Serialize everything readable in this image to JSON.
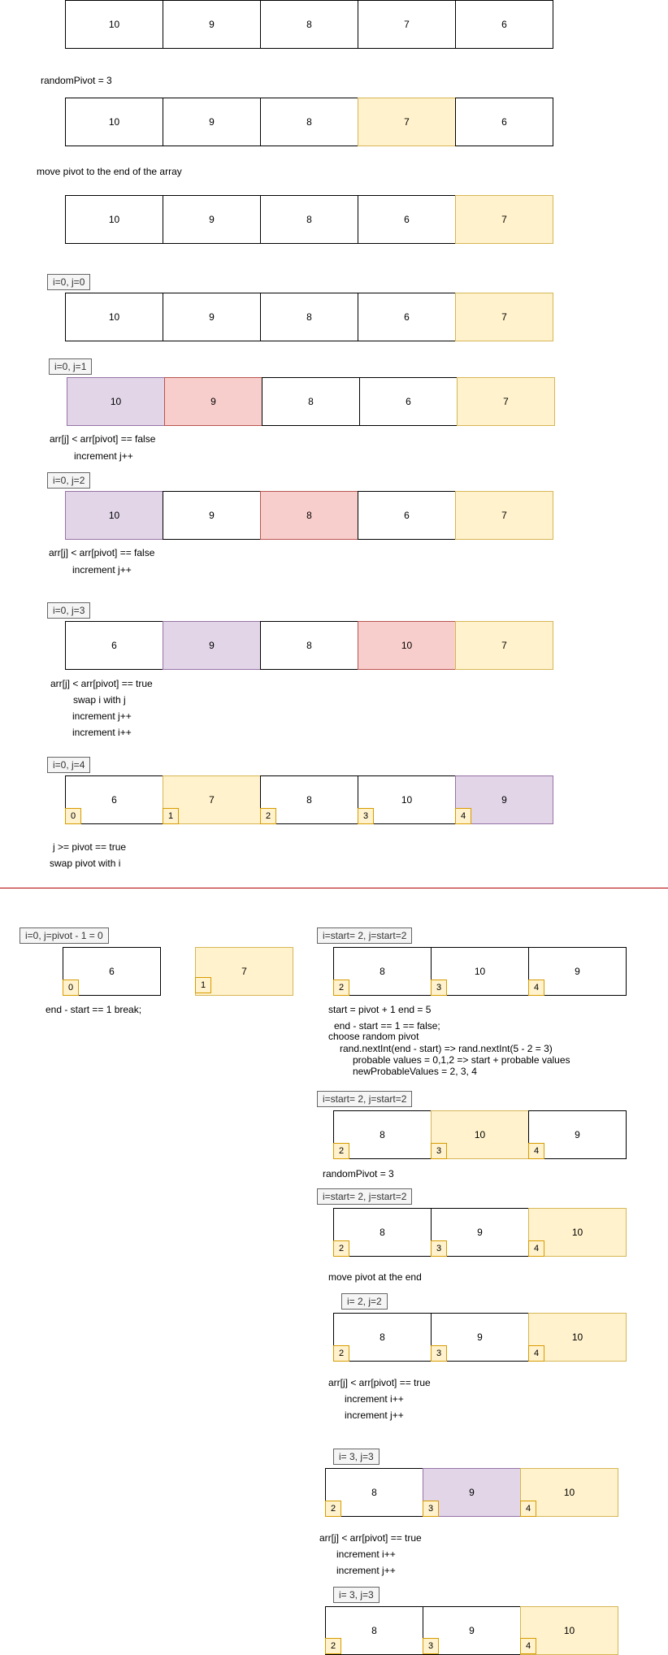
{
  "row1": [
    "10",
    "9",
    "8",
    "7",
    "6"
  ],
  "t1": "randomPivot = 3",
  "row2": [
    "10",
    "9",
    "8",
    "7",
    "6"
  ],
  "t2": "move pivot to the end of the array",
  "row3": [
    "10",
    "9",
    "8",
    "6",
    "7"
  ],
  "l4": "i=0, j=0",
  "row4": [
    "10",
    "9",
    "8",
    "6",
    "7"
  ],
  "l5": "i=0, j=1",
  "row5": [
    "10",
    "9",
    "8",
    "6",
    "7"
  ],
  "t5a": "arr[j] < arr[pivot] == false",
  "t5b": "increment j++",
  "l6": "i=0, j=2",
  "row6": [
    "10",
    "9",
    "8",
    "6",
    "7"
  ],
  "t6a": "arr[j] < arr[pivot] == false",
  "t6b": "increment j++",
  "l7": "i=0, j=3",
  "row7": [
    "6",
    "9",
    "8",
    "10",
    "7"
  ],
  "t7a": "arr[j] < arr[pivot] == true",
  "t7b": "swap i with j",
  "t7c": "increment j++",
  "t7d": "increment i++",
  "l8": "i=0, j=4",
  "row8": [
    "6",
    "7",
    "8",
    "10",
    "9"
  ],
  "idx8": [
    "0",
    "1",
    "2",
    "3",
    "4"
  ],
  "t8a": "j >= pivot == true",
  "t8b": "swap pivot with i",
  "ll1": "i=0, j=pivot - 1 = 0",
  "lrow": [
    "6",
    "7"
  ],
  "lidx": [
    "0",
    "1"
  ],
  "lt": "end - start == 1 break;",
  "r1l": "i=start= 2, j=start=2",
  "r1row": [
    "8",
    "10",
    "9"
  ],
  "r1idx": [
    "2",
    "3",
    "4"
  ],
  "r1t1": "start = pivot + 1      end = 5",
  "r1t2": "end - start == 1 == false;",
  "r1t3": "choose random pivot",
  "r1t4": "rand.nextInt(end - start) => rand.nextInt(5 - 2 = 3)",
  "r1t5": "probable values = 0,1,2 => start + probable values",
  "r1t6": "newProbableValues = 2, 3, 4",
  "r2l": "i=start= 2, j=start=2",
  "r2row": [
    "8",
    "10",
    "9"
  ],
  "r2idx": [
    "2",
    "3",
    "4"
  ],
  "r2t": "randomPivot = 3",
  "r3l": "i=start= 2, j=start=2",
  "r3row": [
    "8",
    "9",
    "10"
  ],
  "r3idx": [
    "2",
    "3",
    "4"
  ],
  "r3t": "move pivot at the end",
  "r4l": "i= 2, j=2",
  "r4row": [
    "8",
    "9",
    "10"
  ],
  "r4idx": [
    "2",
    "3",
    "4"
  ],
  "r4t1": "arr[j] < arr[pivot] == true",
  "r4t2": "increment i++",
  "r4t3": "increment j++",
  "r5l": "i= 3, j=3",
  "r5row": [
    "8",
    "9",
    "10"
  ],
  "r5idx": [
    "2",
    "3",
    "4"
  ],
  "r5t1": "arr[j] < arr[pivot] == true",
  "r5t2": "increment i++",
  "r5t3": "increment j++",
  "r6l": "i= 3, j=3",
  "r6row": [
    "8",
    "9",
    "10"
  ],
  "r6idx": [
    "2",
    "3",
    "4"
  ],
  "colors": {
    "pivot_fill": "#fff2cc",
    "i_fill": "#e1d5e7",
    "j_fill": "#f8cecc",
    "divider": "#b20000"
  }
}
